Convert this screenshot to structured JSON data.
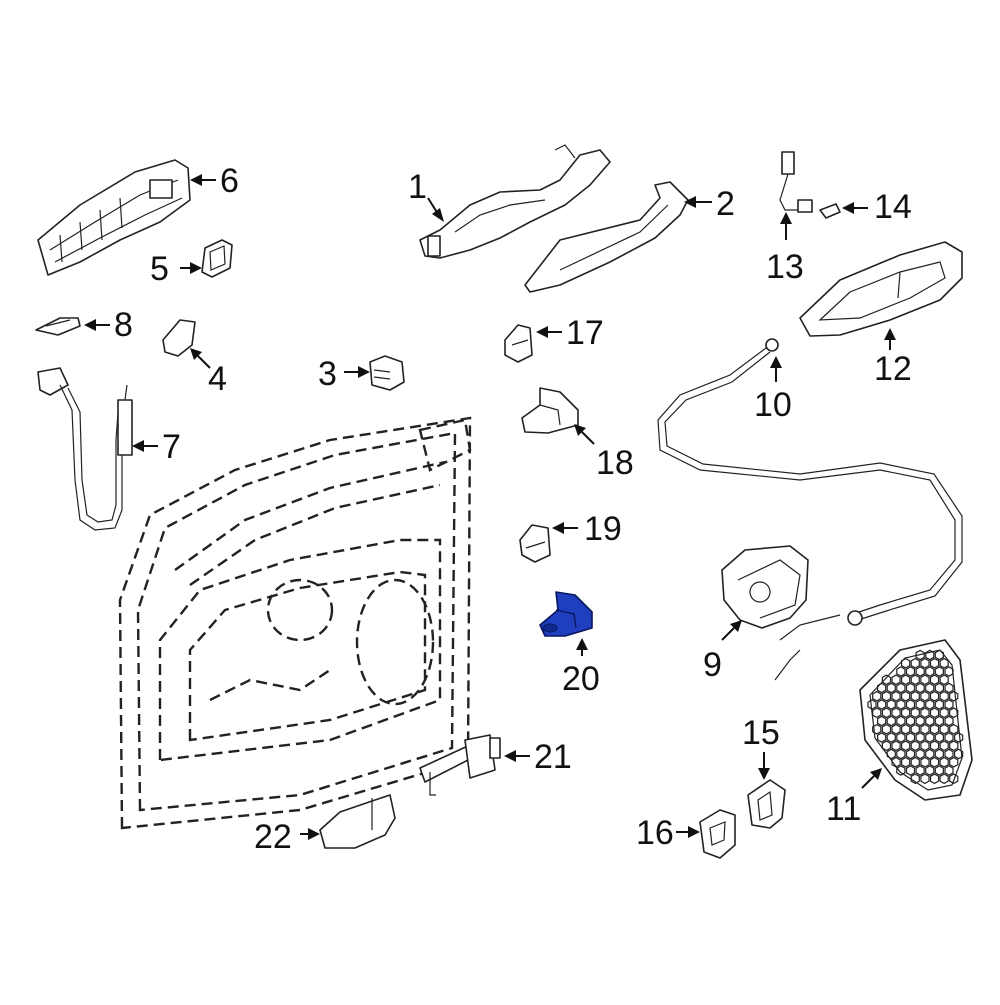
{
  "diagram": {
    "highlighted_part": "20",
    "highlight_color": "#1f3fbf",
    "callouts": [
      {
        "id": "c1",
        "label": "1"
      },
      {
        "id": "c2",
        "label": "2"
      },
      {
        "id": "c3",
        "label": "3"
      },
      {
        "id": "c4",
        "label": "4"
      },
      {
        "id": "c5",
        "label": "5"
      },
      {
        "id": "c6",
        "label": "6"
      },
      {
        "id": "c7",
        "label": "7"
      },
      {
        "id": "c8",
        "label": "8"
      },
      {
        "id": "c9",
        "label": "9"
      },
      {
        "id": "c10",
        "label": "10"
      },
      {
        "id": "c11",
        "label": "11"
      },
      {
        "id": "c12",
        "label": "12"
      },
      {
        "id": "c13",
        "label": "13"
      },
      {
        "id": "c14",
        "label": "14"
      },
      {
        "id": "c15",
        "label": "15"
      },
      {
        "id": "c16",
        "label": "16"
      },
      {
        "id": "c17",
        "label": "17"
      },
      {
        "id": "c18",
        "label": "18"
      },
      {
        "id": "c19",
        "label": "19"
      },
      {
        "id": "c20",
        "label": "20"
      },
      {
        "id": "c21",
        "label": "21"
      },
      {
        "id": "c22",
        "label": "22"
      }
    ]
  }
}
